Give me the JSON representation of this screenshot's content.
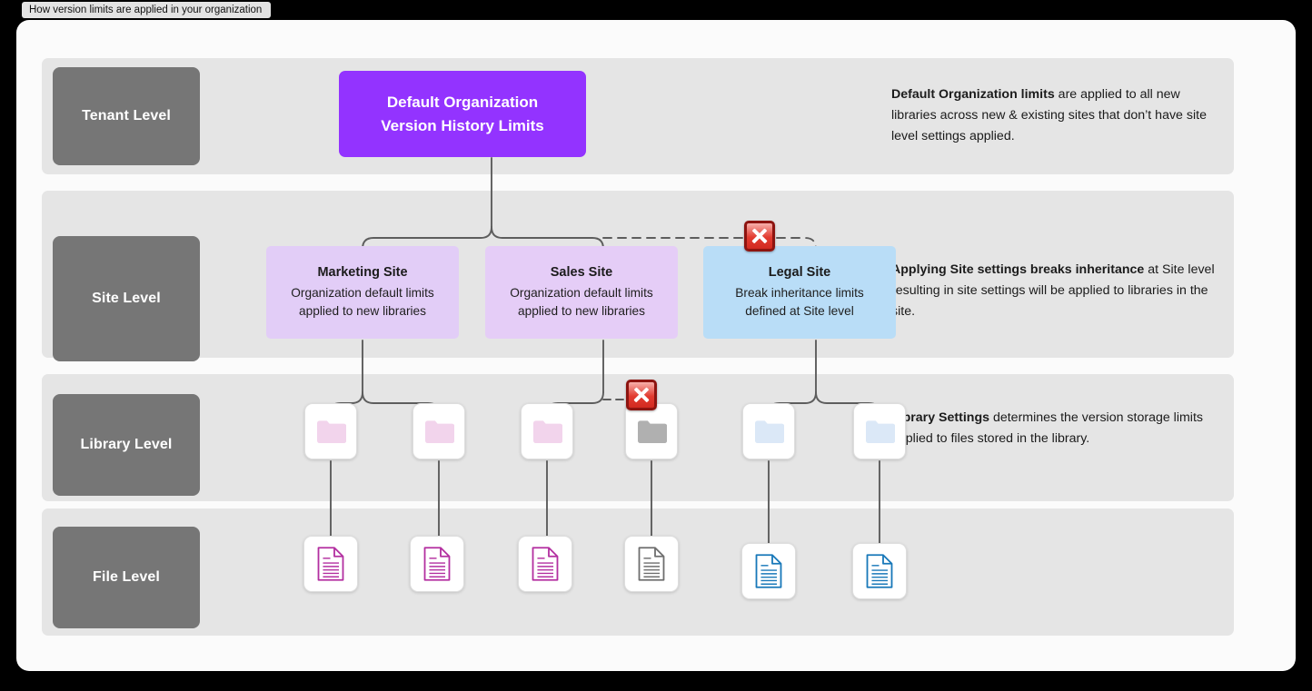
{
  "window": {
    "title": "How version limits are applied in your organization"
  },
  "levels": [
    {
      "name": "tenant-level",
      "label": "Tenant Level"
    },
    {
      "name": "site-level",
      "label": "Site Level"
    },
    {
      "name": "library-level",
      "label": "Library Level"
    },
    {
      "name": "file-level",
      "label": "File Level"
    }
  ],
  "tenant": {
    "box": {
      "line1": "Default Organization",
      "line2": "Version History Limits",
      "color": "#9333ff"
    },
    "note": {
      "bold": "Default Organization limits",
      "rest": " are applied to all new libraries across new & existing sites that don’t have site level settings applied."
    }
  },
  "sites": [
    {
      "name": "marketing-site",
      "title": "Marketing Site",
      "line1": "Organization default limits",
      "line2": "applied to new libraries",
      "color": "#e2cdf7"
    },
    {
      "name": "sales-site",
      "title": "Sales Site",
      "line1": "Organization default limits",
      "line2": "applied to new libraries",
      "color": "#e5cdf7"
    },
    {
      "name": "legal-site",
      "title": "Legal Site",
      "line1": "Break inheritance limits",
      "line2": "defined at Site level",
      "color": "#b9ddf7"
    }
  ],
  "site_note": {
    "bold": "Applying Site settings breaks inheritance",
    "rest": " at Site level resulting in site settings will be applied to libraries in the site."
  },
  "libraries": [
    {
      "name": "library-marketing-1",
      "color": "#f2d4ec"
    },
    {
      "name": "library-marketing-2",
      "color": "#f2d4ec"
    },
    {
      "name": "library-sales-1",
      "color": "#f2d4ec"
    },
    {
      "name": "library-sales-2",
      "color": "#b0b0b0"
    },
    {
      "name": "library-legal-1",
      "color": "#dbe8f7"
    },
    {
      "name": "library-legal-2",
      "color": "#dbe8f7"
    }
  ],
  "library_note": {
    "bold": "Library Settings",
    "rest": " determines the version storage limits applied to files stored in the library."
  },
  "files": [
    {
      "name": "file-marketing-1",
      "color": "#b32fa0"
    },
    {
      "name": "file-marketing-2",
      "color": "#b32fa0"
    },
    {
      "name": "file-sales-1",
      "color": "#b32fa0"
    },
    {
      "name": "file-sales-2",
      "color": "#6e6e6e"
    },
    {
      "name": "file-legal-1",
      "color": "#1878b9"
    },
    {
      "name": "file-legal-2",
      "color": "#1878b9"
    }
  ],
  "break_markers": [
    {
      "name": "break-marker-site",
      "meaning": "inheritance broken at Legal Site"
    },
    {
      "name": "break-marker-library",
      "meaning": "inheritance broken at Sales library"
    }
  ],
  "colors": {
    "band": "#e5e5e5",
    "level_chip": "#767676",
    "connector": "#5d5d5d",
    "break_badge": "#d22a20",
    "page": "#fbfbfb"
  }
}
